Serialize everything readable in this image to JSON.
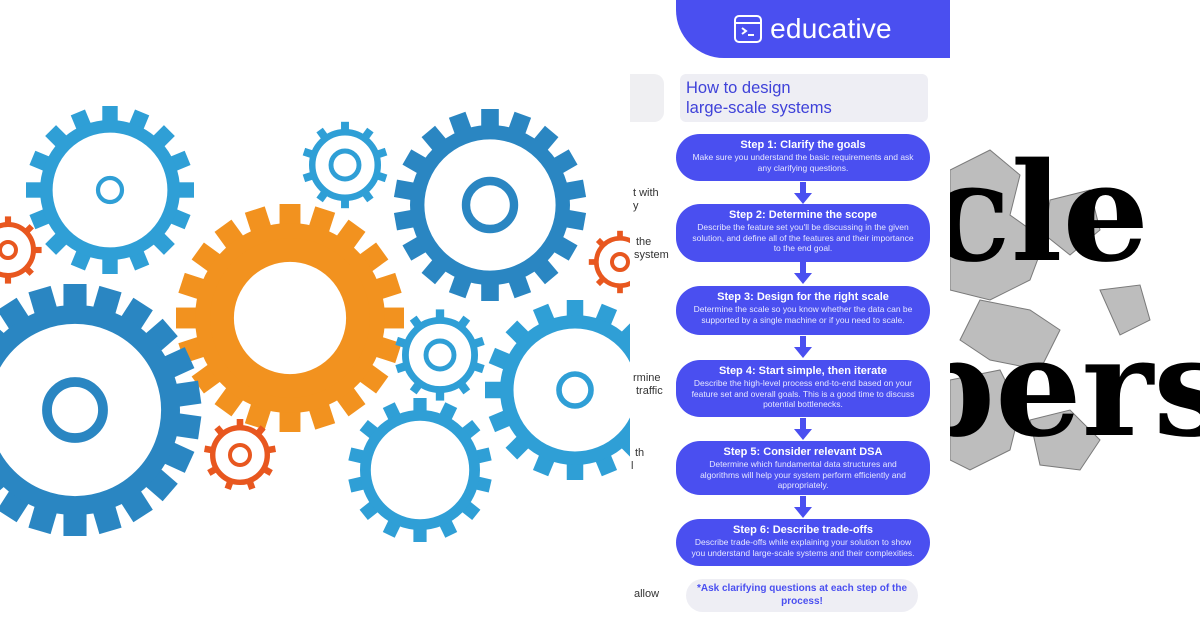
{
  "fragments": {
    "lines": [
      "t with",
      "y",
      "the",
      "system",
      "rmine",
      "traffic",
      "th",
      "l",
      "allow"
    ]
  },
  "infographic": {
    "brand": "educative",
    "title_line1": "How to design",
    "title_line2": "large-scale systems",
    "steps": [
      {
        "title": "Step 1: Clarify the goals",
        "desc": "Make sure you understand the basic requirements and ask any clarifying questions."
      },
      {
        "title": "Step 2: Determine the scope",
        "desc": "Describe the feature set you'll be discussing in the given solution, and define all of the features and their importance to the end goal."
      },
      {
        "title": "Step 3: Design for the right scale",
        "desc": "Determine the scale so you know whether the data can be supported by a single machine or if you need to scale."
      },
      {
        "title": "Step 4: Start simple, then iterate",
        "desc": "Describe the high-level process end-to-end based on your feature set and overall goals. This is a good time to discuss potential bottlenecks."
      },
      {
        "title": "Step 5: Consider relevant DSA",
        "desc": "Determine which fundamental data structures and algorithms will help your system perform efficiently and appropriately."
      },
      {
        "title": "Step 6: Describe trade-offs",
        "desc": "Describe trade-offs while explaining your solution to show you understand large-scale systems and their complexities."
      }
    ],
    "note": "*Ask clarifying questions at each step of the process!"
  },
  "oracle_panel": {
    "word1": "cle",
    "word2": "pers"
  },
  "colors": {
    "brand": "#4a4ff0",
    "gear_blue": "#2f9fd6",
    "gear_dark_blue": "#2a86c2",
    "gear_orange": "#f2921f",
    "gear_red": "#e8571f"
  }
}
